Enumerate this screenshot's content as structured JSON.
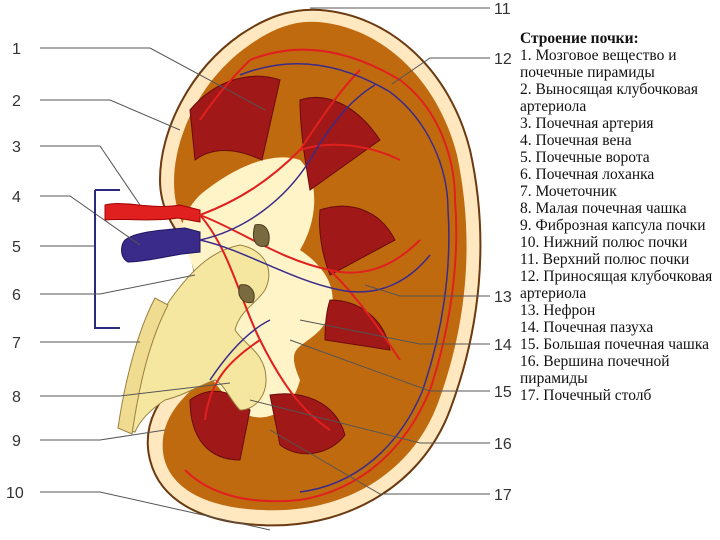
{
  "legend": {
    "title": "Строение почки:",
    "items": [
      "1. Мозговое вещество и почечные пирамиды",
      "2. Выносящая клубочковая артериола",
      "3. Почечная артерия",
      "4. Почечная вена",
      "5. Почечные ворота",
      "6. Почечная лоханка",
      "7. Мочеточник",
      "8. Малая почечная чашка",
      "9. Фиброзная капсула почки",
      "10. Нижний полюс почки",
      "11. Верхний полюс почки",
      "12. Приносящая клубочковая артериола",
      "13. Нефрон",
      "14. Почечная пазуха",
      "15. Большая почечная чашка",
      "16. Вершина почечной пирамиды",
      "17. Почечный столб"
    ]
  },
  "callouts_left": [
    "1",
    "2",
    "3",
    "4",
    "5",
    "6",
    "7",
    "8",
    "9",
    "10"
  ],
  "callouts_right": [
    "11",
    "12",
    "13",
    "14",
    "15",
    "16",
    "17"
  ],
  "colors": {
    "capsule": "#ffe8c0",
    "cortex": "#c06a10",
    "pyramid": "#a01818",
    "sinus": "#fff4c8",
    "pelvis": "#f5e6a0",
    "artery": "#e0201e",
    "vein": "#3a2a8a"
  }
}
